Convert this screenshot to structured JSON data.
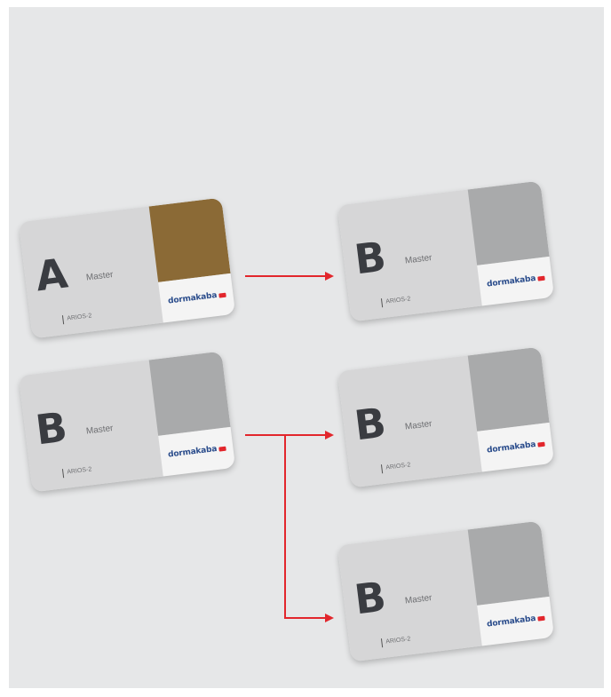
{
  "cards": [
    {
      "id": "source-a",
      "letter": "A",
      "role": "Master",
      "model": "ARIOS-2",
      "brand": "dormakaba",
      "chip_color": "#8b6a36"
    },
    {
      "id": "target-b1",
      "letter": "B",
      "role": "Master",
      "model": "ARIOS-2",
      "brand": "dormakaba",
      "chip_color": "#a9aaab"
    },
    {
      "id": "source-b",
      "letter": "B",
      "role": "Master",
      "model": "ARIOS-2",
      "brand": "dormakaba",
      "chip_color": "#a9aaab"
    },
    {
      "id": "target-b2",
      "letter": "B",
      "role": "Master",
      "model": "ARIOS-2",
      "brand": "dormakaba",
      "chip_color": "#a9aaab"
    },
    {
      "id": "target-b3",
      "letter": "B",
      "role": "Master",
      "model": "ARIOS-2",
      "brand": "dormakaba",
      "chip_color": "#a9aaab"
    }
  ],
  "colors": {
    "background": "#e6e7e8",
    "card": "#d6d6d7",
    "arrow": "#e2262c",
    "brand_text": "#2b4d8c",
    "letter": "#3a3c41"
  },
  "connections": [
    {
      "from": "source-a",
      "to": "target-b1"
    },
    {
      "from": "source-b",
      "to": "target-b2"
    },
    {
      "from": "source-b",
      "to": "target-b3"
    }
  ]
}
